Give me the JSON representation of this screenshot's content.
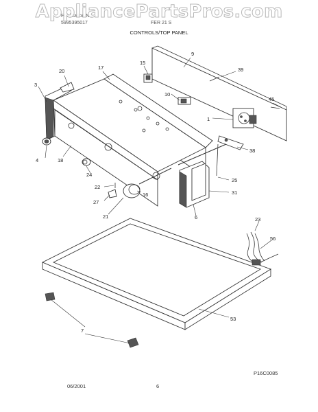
{
  "header": {
    "pub_label": "Publication No",
    "pub_number": "5995395017",
    "model_label": "FER 21 S",
    "section_title": "CONTROLS/TOP PANEL"
  },
  "watermark": "AppliancePartsPros.com",
  "callouts": {
    "c3": "3",
    "c4": "4",
    "c6": "6",
    "c7": "7",
    "c9": "9",
    "c10": "10",
    "c15": "15",
    "c16": "16",
    "c17": "17",
    "c18": "18",
    "c20": "20",
    "c21": "21",
    "c22": "22",
    "c23": "23",
    "c24": "24",
    "c25": "25",
    "c27": "27",
    "c31": "31",
    "c38": "38",
    "c39": "39",
    "c45": "45",
    "c53": "53",
    "c56": "56",
    "c1": "1"
  },
  "footer": {
    "date": "06/2001",
    "page": "6",
    "figure_code": "P16C0085"
  }
}
